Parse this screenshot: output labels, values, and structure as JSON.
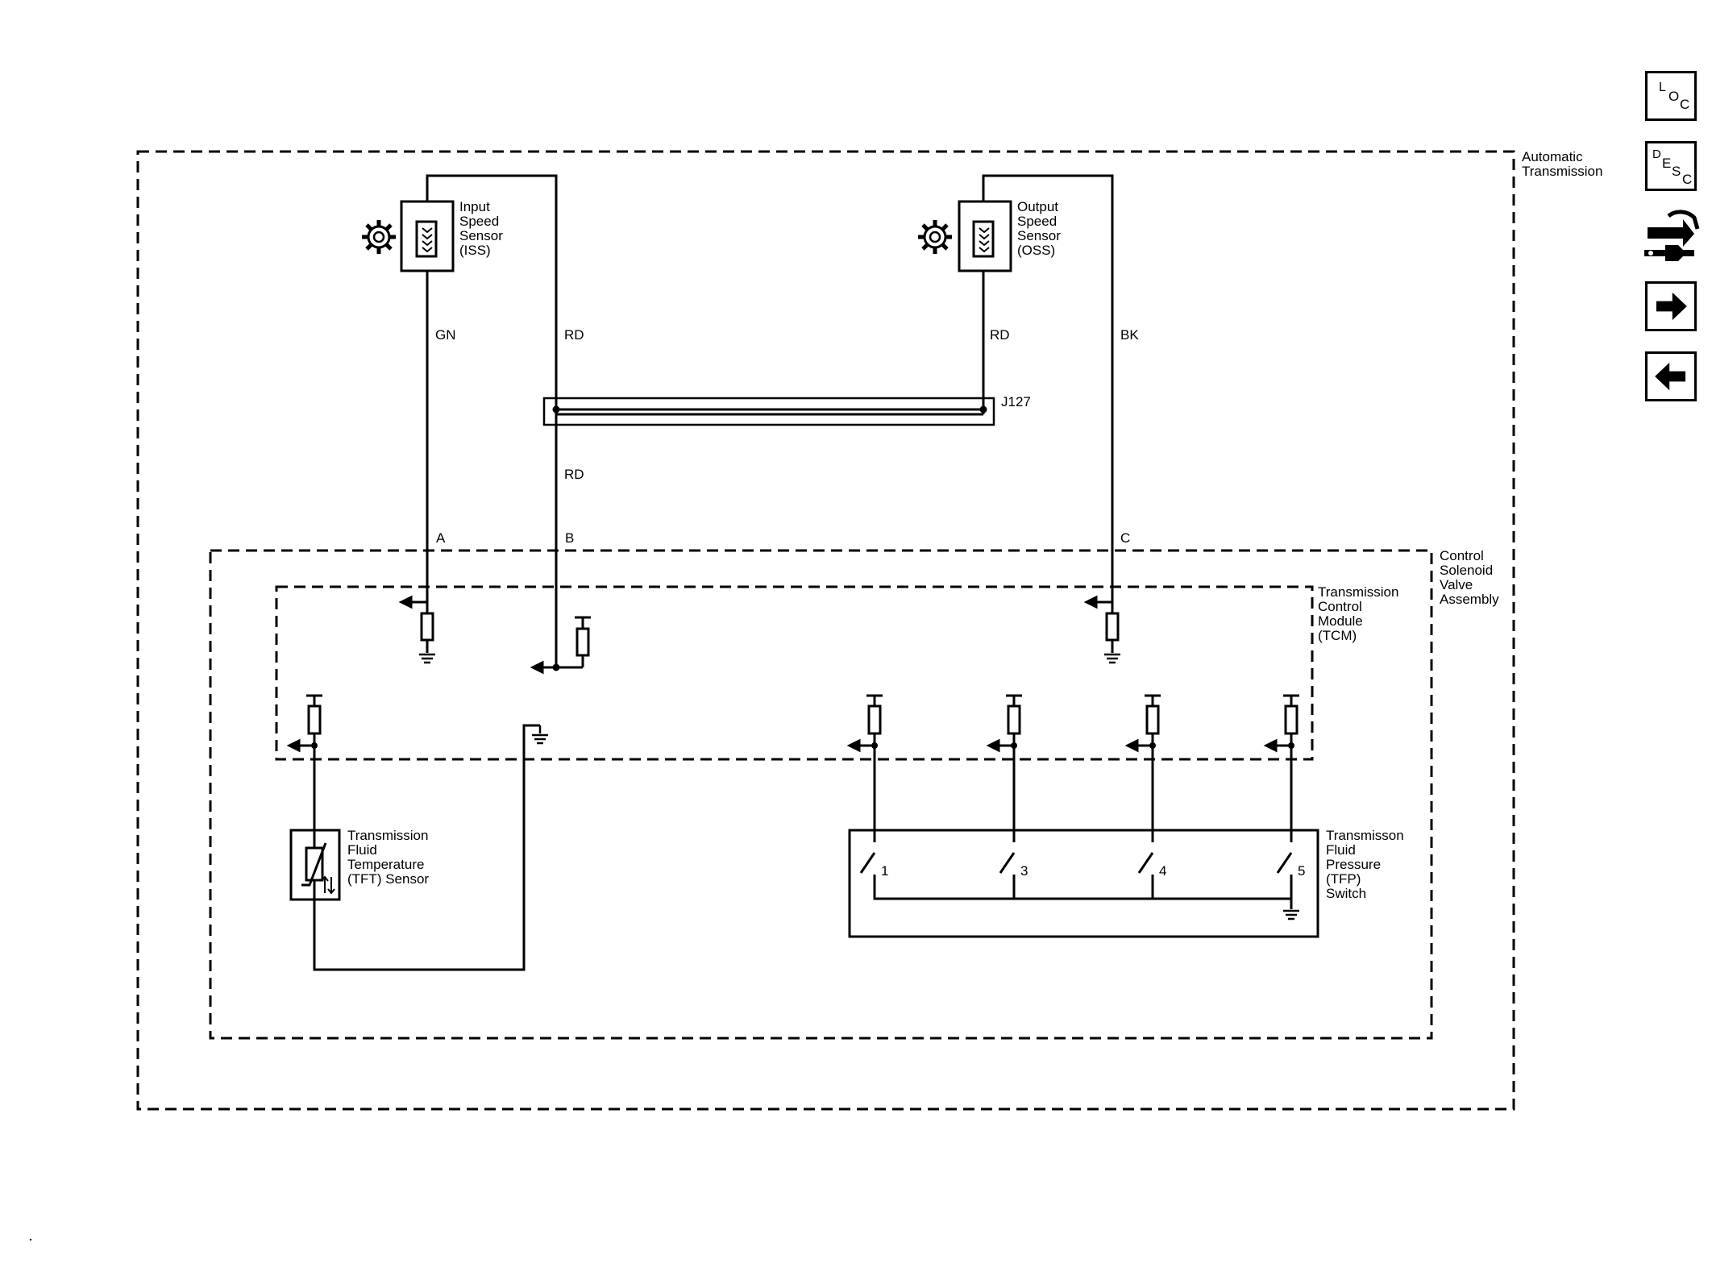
{
  "labels": {
    "automatic_transmission": [
      "Automatic",
      "Transmission"
    ],
    "control_solenoid": [
      "Control",
      "Solenoid",
      "Valve",
      "Assembly"
    ],
    "tcm": [
      "Transmission",
      "Control",
      "Module",
      "(TCM)"
    ],
    "iss": [
      "Input",
      "Speed",
      "Sensor",
      "(ISS)"
    ],
    "oss": [
      "Output",
      "Speed",
      "Sensor",
      "(OSS)"
    ],
    "tft": [
      "Transmission",
      "Fluid",
      "Temperature",
      "(TFT) Sensor"
    ],
    "tfp": [
      "Transmisson",
      "Fluid",
      "Pressure",
      "(TFP)",
      "Switch"
    ]
  },
  "wires": {
    "gn": "GN",
    "rd_top_left": "RD",
    "rd_top_right": "RD",
    "bk": "BK",
    "rd_lower": "RD"
  },
  "splice": "J127",
  "pins": {
    "a": "A",
    "b": "B",
    "c": "C"
  },
  "switch_terminals": [
    "1",
    "3",
    "4",
    "5"
  ],
  "nav": {
    "loc": [
      "L",
      "O",
      "C"
    ],
    "desc": [
      "D",
      "E",
      "S",
      "C"
    ],
    "icons": [
      "tool-icon",
      "arrow-right-icon",
      "arrow-left-icon"
    ]
  }
}
